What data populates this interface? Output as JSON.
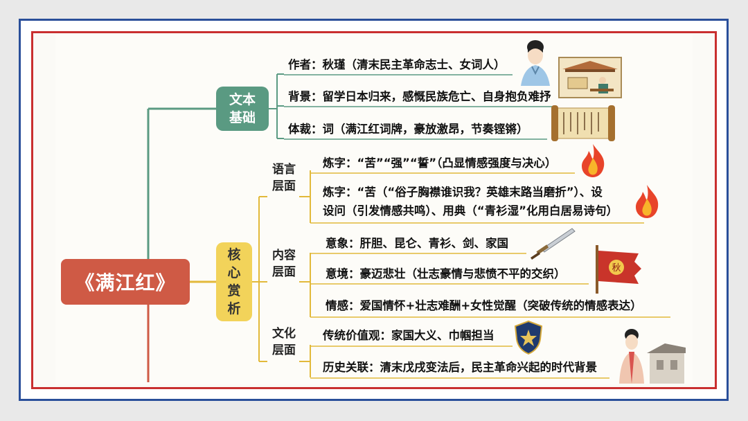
{
  "root": {
    "label": "《满江红》"
  },
  "branches": [
    {
      "label": "文本基础"
    },
    {
      "label": "核心赏析",
      "chars": [
        "核",
        "心",
        "赏",
        "析"
      ]
    }
  ],
  "text_basis": {
    "author": "作者：秋瑾（清末民主革命志士、女词人）",
    "background": "背景：留学日本归来，感慨民族危亡、自身抱负难抒",
    "genre": "体裁：词（满江红词牌，豪放激昂，节奏铿锵）"
  },
  "analysis": {
    "language": {
      "label_l1": "语言",
      "label_l2": "层面",
      "items": [
        "炼字：“苦”“强”“誓”（凸显情感强度与决心）",
        "炼字：“苦（“俗子胸襟谁识我？英雄末路当磨折”）、设",
        "设问（引发情感共鸣）、用典（“青衫湿”化用白居易诗句）"
      ]
    },
    "content": {
      "label_l1": "内容",
      "label_l2": "层面",
      "items": [
        "意象：肝胆、昆仑、青衫、剑、家国",
        "意境：豪迈悲壮（壮志豪情与悲愤不平的交织）",
        "情感：爱国情怀+壮志难酬+女性觉醒（突破传统的情感表达）"
      ]
    },
    "culture": {
      "label_l1": "文化",
      "label_l2": "层面",
      "items": [
        "传统价值观：家国大义、巾帼担当",
        "历史关联：清末戊戌变法后，民主革命兴起的时代背景"
      ]
    }
  },
  "icons": [
    "woman-portrait-icon",
    "study-scene-icon",
    "scroll-icon",
    "fire-icon",
    "fire-icon",
    "sword-icon",
    "flag-icon",
    "shield-icon",
    "heroine-scene-icon"
  ],
  "flag_text": "秋",
  "colors": {
    "root": "#cf5a45",
    "branch1": "#5a9a82",
    "branch2": "#f2d35a",
    "frame_outer": "#2a4f9a",
    "frame_inner": "#c92f2f"
  }
}
